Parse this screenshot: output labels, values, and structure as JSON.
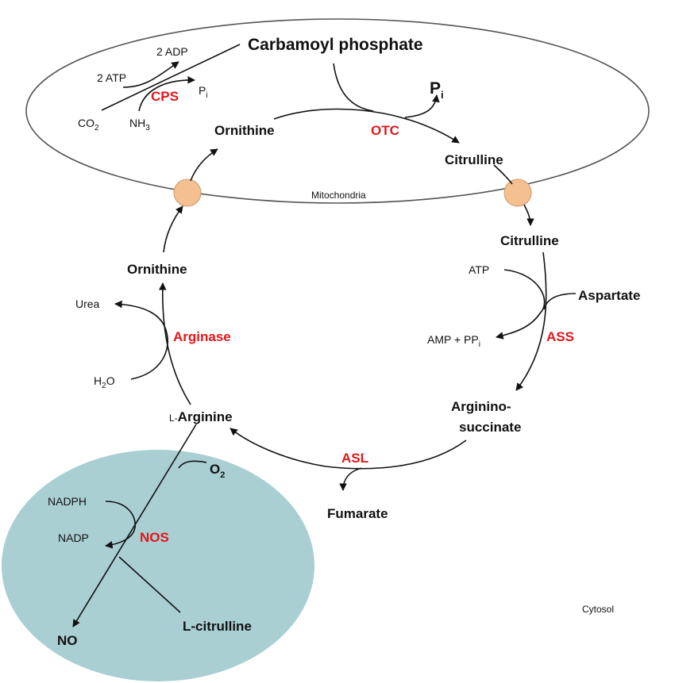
{
  "colors": {
    "enzyme": "#e3161b",
    "cytosol_compartment": "#a9cfd3",
    "transporter": "#f5c08f",
    "membrane": "#555555"
  },
  "compartments": {
    "mitochondria": "Mitochondria",
    "cytosol": "Cytosol"
  },
  "metabolites": {
    "carbamoyl_phosphate": "Carbamoyl phosphate",
    "two_adp": "2 ADP",
    "two_atp": "2 ATP",
    "pi_cps": "P",
    "pi_cps_sub": "i",
    "co2": "CO",
    "co2_sub": "2",
    "nh3": "NH",
    "nh3_sub": "3",
    "ornithine_mito": "Ornithine",
    "pi_otc": "P",
    "pi_otc_sub": "i",
    "citrulline_mito": "Citrulline",
    "citrulline_cyto": "Citrulline",
    "ornithine_cyto": "Ornithine",
    "urea": "Urea",
    "h2o": "H",
    "h2o_sub": "2",
    "h2o_tail": "O",
    "atp": "ATP",
    "aspartate": "Aspartate",
    "amp_ppi": "AMP + PP",
    "amp_ppi_sub": "i",
    "l_arginine_prefix": "L-",
    "l_arginine": "Arginine",
    "argininosuccinate_1": "Arginino-",
    "argininosuccinate_2": "succinate",
    "fumarate": "Fumarate",
    "o2": "O",
    "o2_sub": "2",
    "nadph": "NADPH",
    "nadp": "NADP",
    "no": "NO",
    "l_citrulline": "L-citrulline"
  },
  "enzymes": {
    "cps": "CPS",
    "otc": "OTC",
    "arginase": "Arginase",
    "ass": "ASS",
    "asl": "ASL",
    "nos": "NOS"
  }
}
